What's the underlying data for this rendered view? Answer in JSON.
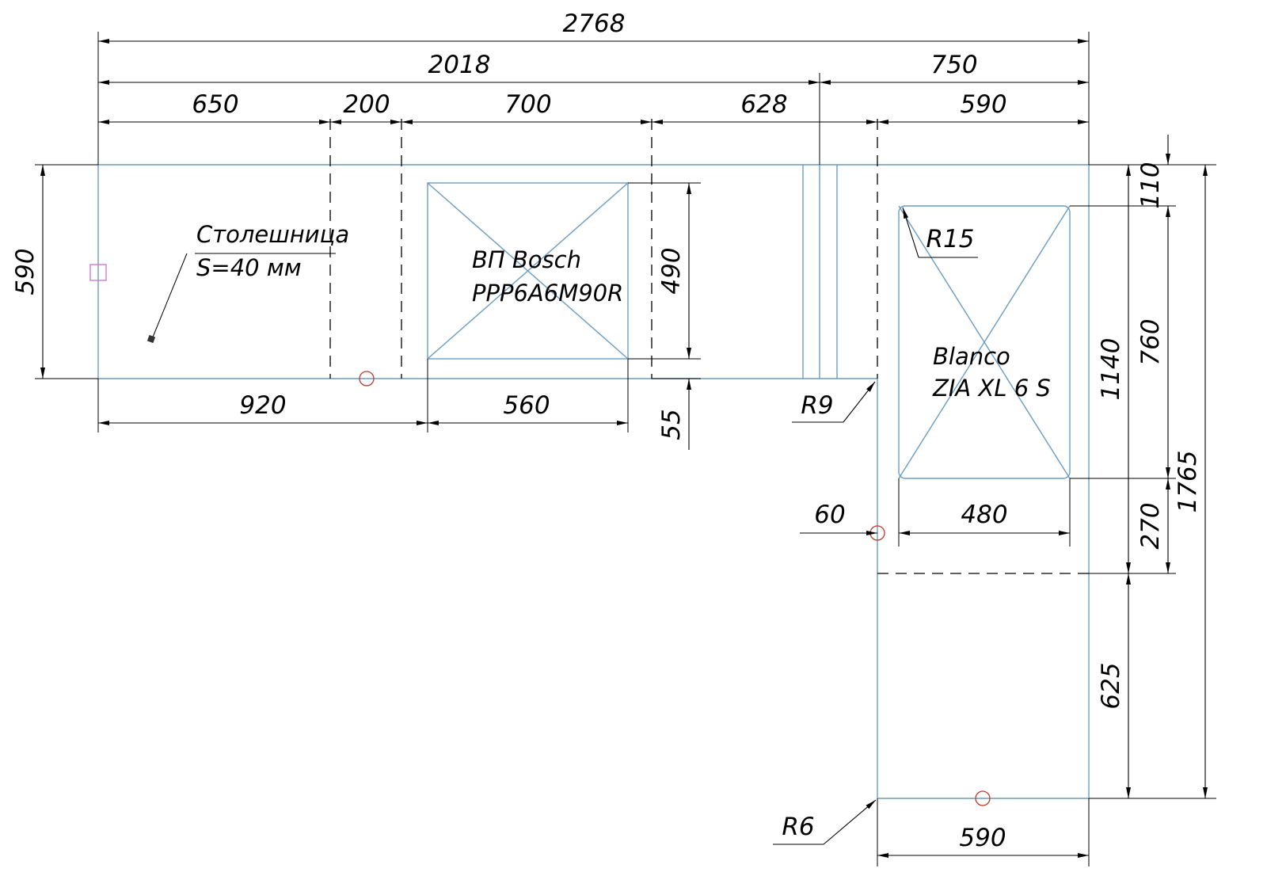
{
  "title": "",
  "dimensions": {
    "overall_length": "2768",
    "left_section": "2018",
    "right_section": "750",
    "seg_650": "650",
    "seg_200": "200",
    "seg_700": "700",
    "seg_628": "628",
    "seg_590_top": "590",
    "depth_left": "590",
    "hob_depth": "490",
    "hob_offset": "55",
    "hob_from_left": "920",
    "hob_width": "560",
    "sink_top_offset": "110",
    "sink_length": "760",
    "sink_bottom_offset": "270",
    "return_length": "1140",
    "total_right": "1765",
    "lower_part": "625",
    "sink_side_offset": "60",
    "sink_width": "480",
    "bottom_width": "590"
  },
  "radii": {
    "sink_corner": "R15",
    "inner_corner": "R9",
    "bottom_corner": "R6"
  },
  "labels": {
    "worktop_name": "Столешница",
    "worktop_thickness": "S=40 мм",
    "hob_line1": "ВП Bosch",
    "hob_line2": "PPP6A6M90R",
    "sink_line1": "Blanco",
    "sink_line2": "ZIA XL 6 S"
  }
}
